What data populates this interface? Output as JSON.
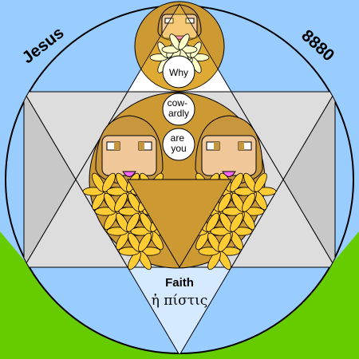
{
  "labels": {
    "top_left": "Jesus",
    "top_right": "8880",
    "bubbles": [
      "Why",
      "cow-\nardly",
      "are\nyou"
    ],
    "bottom_title": "Faith",
    "bottom_greek": "ἡ πίστις"
  },
  "colors": {
    "sky": "#99ccff",
    "grass": "#66cc00",
    "white": "#ffffff",
    "light_gray": "#dddddd",
    "mid_gray": "#c8c8c8",
    "gold": "#cc9933",
    "gold_light": "#ffcc33",
    "skin": "#f0c89a",
    "hair": "#c8963c",
    "outline": "#000000",
    "magenta": "#ff66ff"
  },
  "icons": [
    "face-icon",
    "flower-of-life-icon",
    "hexagram-icon"
  ]
}
